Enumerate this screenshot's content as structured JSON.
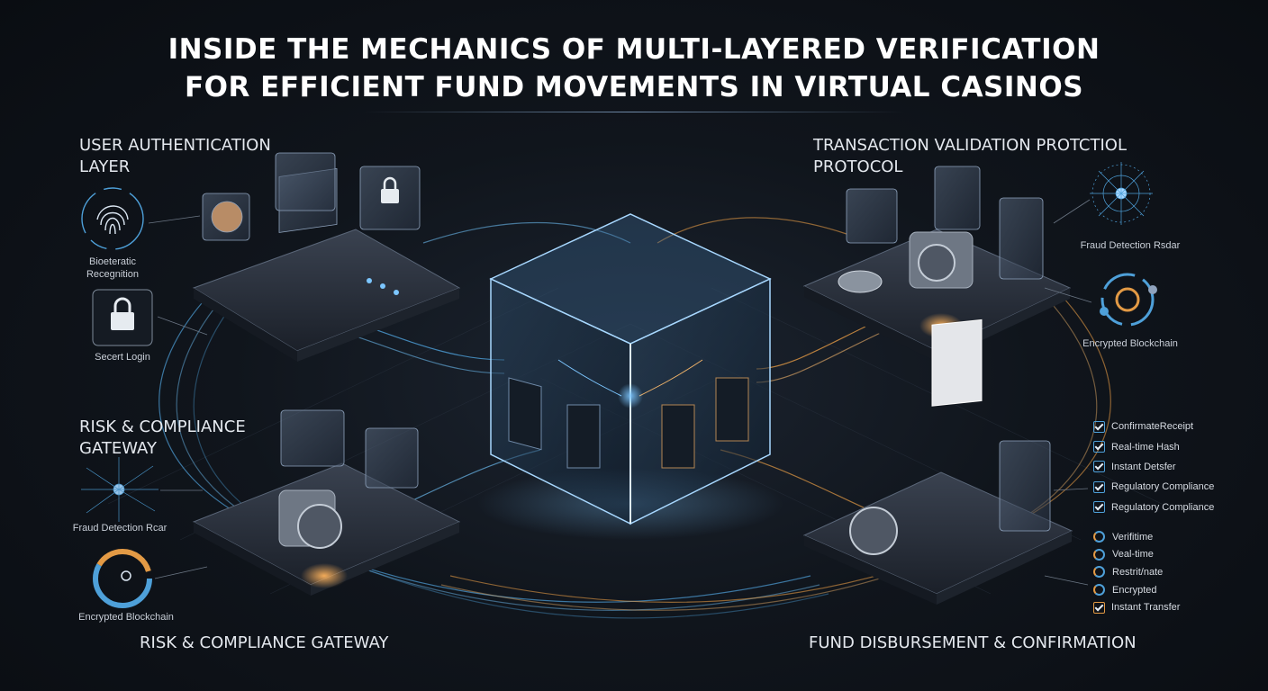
{
  "title": {
    "line1": "INSIDE THE MECHANICS OF MULTI-LAYERED VERIFICATION",
    "line2": "FOR EFFICIENT FUND MOVEMENTS IN VIRTUAL CASINOS"
  },
  "sections": {
    "user_auth": {
      "line1": "USER AUTHENTICATION",
      "line2": "LAYER"
    },
    "transaction": {
      "line1": "TRANSACTION VALIDATION PROTCTIOL",
      "line2": "PROTOCOL"
    },
    "risk_top": {
      "line1": "RISK & COMPLIANCE",
      "line2": "GATEWAY"
    },
    "risk_bottom": "RISK & COMPLIANCE GATEWAY",
    "fund": "FUND DISBURSEMENT & CONFIRMATION"
  },
  "labels": {
    "biometric": {
      "line1": "Bioeteratic",
      "line2": "Recegnition"
    },
    "secure_login": "Secert Login",
    "fraud_radar_right": "Fraud Detection Rsdar",
    "blockchain_right": "Encrypted Blockchain",
    "fraud_radar_left": "Fraud Detection Rcar",
    "blockchain_left": "Encrypted Blockchain"
  },
  "confirm_checks": [
    "ConfirmateReceipt",
    "Real-time Hash",
    "Instant Detsfer",
    "Regulatory Compliance",
    "Regulatory Compliance"
  ],
  "status_items": [
    "Verifitime",
    "Veal-time",
    "Restrit/nate",
    "Encrypted",
    "Instant Transfer"
  ],
  "colors": {
    "accent_blue": "#4ea0d9",
    "accent_orange": "#e39a45",
    "background": "#10151c"
  },
  "icons": [
    "fingerprint-icon",
    "lock-icon",
    "face-icon",
    "radar-icon",
    "blockchain-icon",
    "vault-icon",
    "checkbox-icon"
  ]
}
